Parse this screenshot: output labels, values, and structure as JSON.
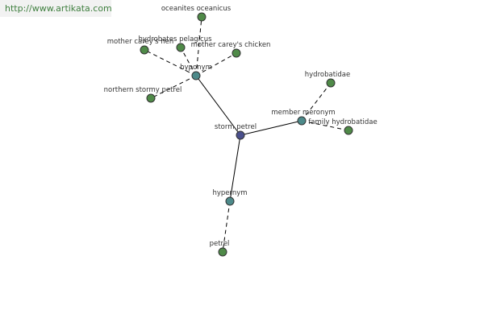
{
  "watermark": "http://www.artikata.com",
  "colors": {
    "center": "#4a4f8c",
    "relation": "#4d8a8a",
    "leaf": "#4f8a48"
  },
  "nodes": {
    "storm_petrel": "storm petrel",
    "hyponym": "hyponym",
    "member_meronym": "member meronym",
    "hypernym": "hypernym",
    "oceanites_oceanicus": "oceanites oceanicus",
    "hydrobates_pelagicus": "hydrobates pelagicus",
    "mother_careys_hen": "mother carey's hen",
    "mother_careys_chicken": "mother carey's chicken",
    "northern_stormy_petrel": "northern stormy petrel",
    "hydrobatidae": "hydrobatidae",
    "family_hydrobatidae": "family hydrobatidae",
    "petrel": "petrel"
  }
}
